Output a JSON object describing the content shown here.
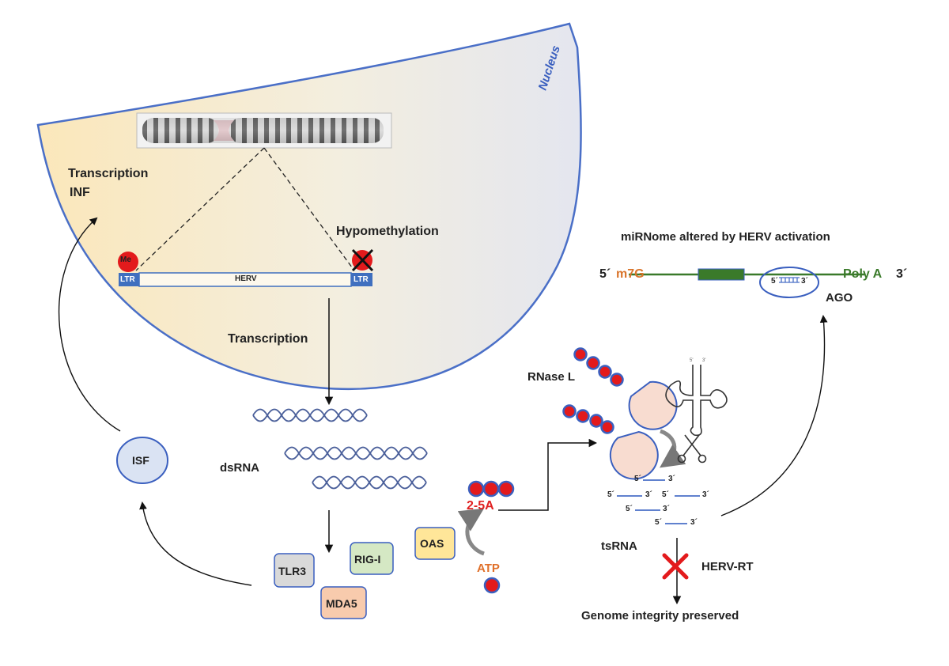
{
  "nucleus": {
    "label": "Nucleus"
  },
  "labels": {
    "transcription_inf_line1": "Transcription",
    "transcription_inf_line2": "INF",
    "hypomethylation": "Hypomethylation",
    "me": "Me",
    "ltr_left": "LTR",
    "ltr_right": "LTR",
    "herv": "HERV",
    "transcription": "Transcription",
    "dsrna": "dsRNA",
    "isf": "ISF",
    "tlr3": "TLR3",
    "rig_i": "RIG-I",
    "mda5": "MDA5",
    "oas": "OAS",
    "two_5a": "2-5A",
    "atp": "ATP",
    "rnase_l": "RNase L",
    "mirnome_title": "miRNome altered by HERV activation",
    "five_prime": "5´",
    "m7g": "m7G",
    "poly_a": "Poly A",
    "three_prime": "3´",
    "ago": "AGO",
    "ago_5": "5´",
    "ago_3": "3´",
    "tsrna": "tsRNA",
    "herv_rt": "HERV-RT",
    "genome_integrity": "Genome integrity preserved"
  },
  "tsrna_fragments": [
    {
      "five": "5´",
      "three": "3´"
    },
    {
      "five": "5´",
      "three": "3´"
    },
    {
      "five": "5´",
      "three": "3´"
    },
    {
      "five": "5´",
      "three": "3´"
    },
    {
      "five": "5´",
      "three": "3´"
    }
  ],
  "colors": {
    "nucleus_fill": "#f8e3b2",
    "nucleus_edge": "#4a6fc7",
    "ltr_box": "#3f6fbf",
    "methyl_red": "#e31a1c",
    "m7g": "#d9742a",
    "poly_a": "#3a7a2a",
    "two_5a": "#e02020",
    "atp": "#e0702a",
    "tlr3_fill": "#d9d9d9",
    "rigi_fill": "#d5e8c4",
    "mda5_fill": "#f8cbad",
    "oas_fill": "#ffe699",
    "isf_fill": "#dae3f3",
    "rnase_fill": "#f8dcd0"
  }
}
